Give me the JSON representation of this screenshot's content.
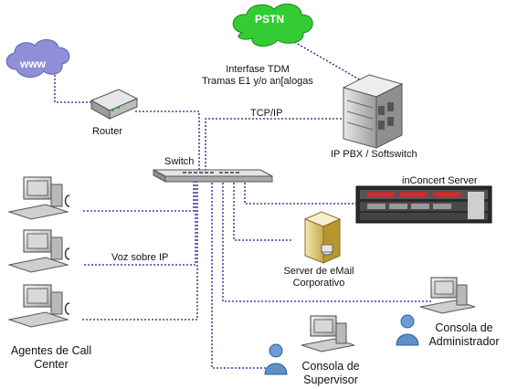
{
  "labels": {
    "pstn": "PSTN",
    "www": "www",
    "interfase_tdm": "Interfase TDM",
    "tramas": "Tramas E1 y/o an[alogas",
    "tcp_ip": "TCP/IP",
    "router": "Router",
    "switch": "Switch",
    "ip_pbx": "IP PBX / Softswitch",
    "inconcert": "inConcert Server",
    "voz_ip": "Voz sobre IP",
    "email_server_line1": "Server de eMail",
    "email_server_line2": "Corporativo",
    "agentes_line1": "Agentes de Call",
    "agentes_line2": "Center",
    "consola_admin_line1": "Consola de",
    "consola_admin_line2": "Administrador",
    "consola_sup_line1": "Consola de",
    "consola_sup_line2": "Supervisor"
  },
  "colors": {
    "pstn_cloud": "#33cc33",
    "www_cloud": "#8f8fd8",
    "link_line": "#1a1a8c",
    "device_gray": "#c8c8c8",
    "person_blue": "#5f8fc8"
  }
}
